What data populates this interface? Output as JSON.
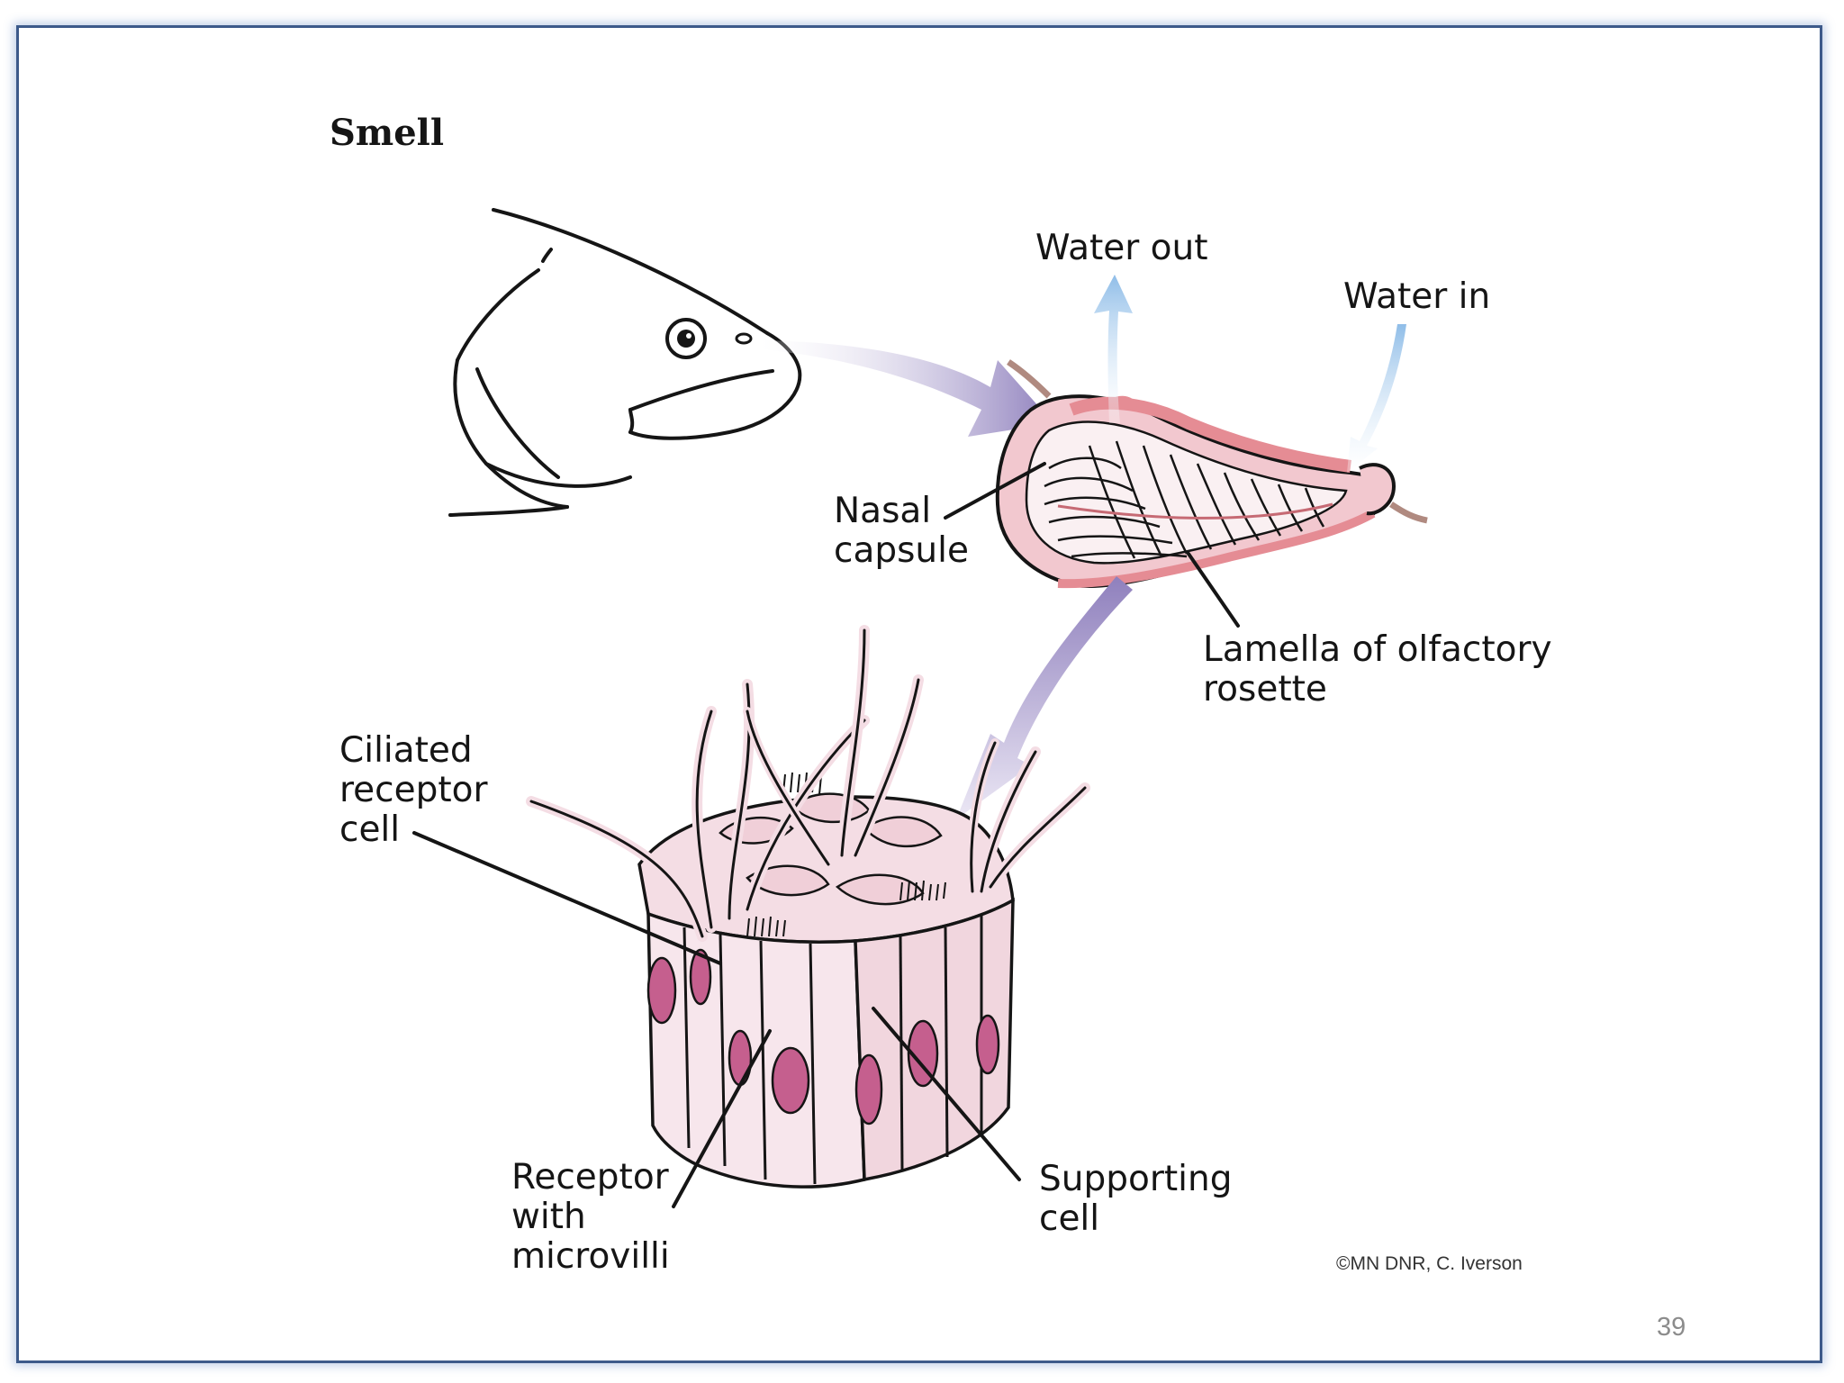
{
  "slide": {
    "title": "Smell",
    "page_number": "39",
    "copyright": "©MN DNR, C. Iverson"
  },
  "labels": {
    "water_out": "Water out",
    "water_in": "Water in",
    "nasal_capsule": "Nasal\ncapsule",
    "lamella": "Lamella of olfactory\nrosette",
    "ciliated_receptor": "Ciliated\nreceptor\ncell",
    "receptor_microvilli": "Receptor\nwith\nmicrovilli",
    "supporting_cell": "Supporting\ncell"
  },
  "colors": {
    "frame_border": "#3d5a8a",
    "flow_arrow": "#9d8fc2",
    "water_arrow": "#a9cdf0",
    "tissue_pink": "#f4dde4",
    "capsule_rim": "#e58c94",
    "nucleus": "#c55f8e",
    "ink": "#151515"
  }
}
